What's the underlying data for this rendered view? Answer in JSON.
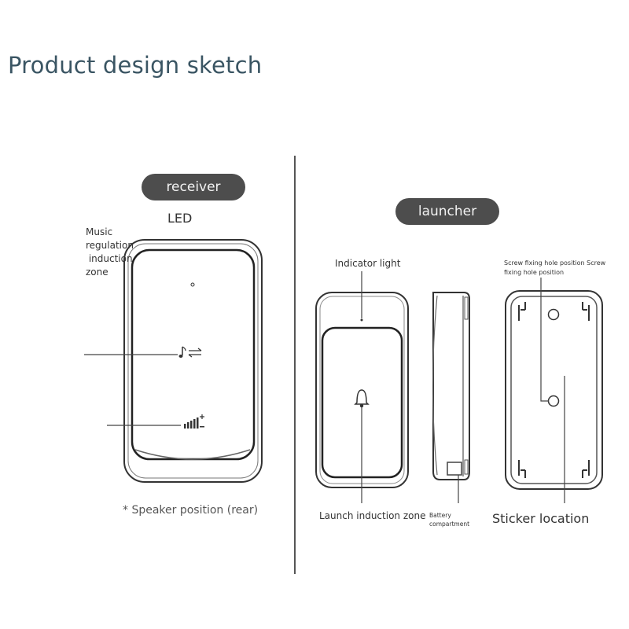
{
  "title": "Product design sketch",
  "receiver": {
    "badge": "receiver",
    "led_label": "LED",
    "music_label_lines": [
      "Music",
      "regulation",
      " induction",
      "zone"
    ],
    "speaker_note": "* Speaker position (rear)"
  },
  "launcher": {
    "badge": "launcher",
    "indicator_label": "Indicator light",
    "screw_label_lines": [
      "Screw fixing hole position Screw",
      "fixing hole position"
    ],
    "launch_zone_label": "Launch induction zone",
    "battery_label_lines": [
      "Battery",
      "compartment"
    ],
    "sticker_label": "Sticker location"
  },
  "icons": [
    "music-note-icon",
    "swap-arrows-icon",
    "volume-bars-icon",
    "bell-icon"
  ]
}
